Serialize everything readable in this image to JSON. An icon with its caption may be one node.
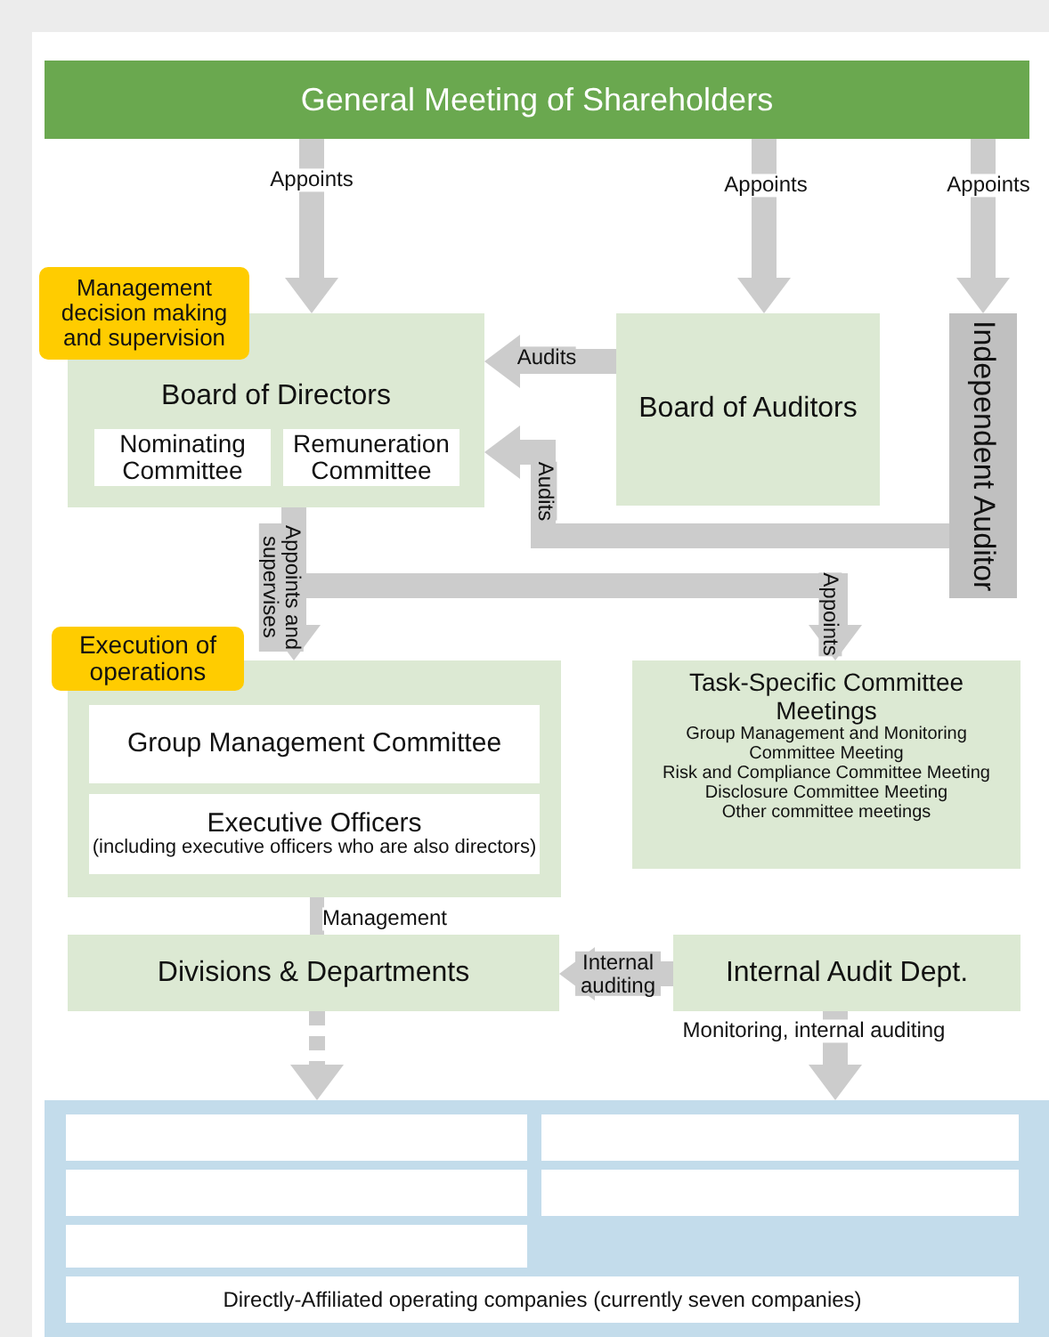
{
  "diagram": {
    "nodes": [
      {
        "text": [
          "General Meeting of Shareholders"
        ]
      },
      {
        "text": [
          "Board of Directors"
        ]
      },
      {
        "text": [
          "Management decision making and supervision"
        ]
      },
      {
        "text": [
          "Nominating Committee"
        ],
        "in": 1
      },
      {
        "text": [
          "Remuneration Committee"
        ],
        "in": 1
      },
      {
        "text": [
          "Board of Auditors"
        ]
      },
      {
        "text": [
          "Independent Auditor"
        ]
      },
      {
        "text": [
          "Execution of operations"
        ]
      },
      {
        "text": [],
        "shape": "box"
      },
      {
        "text": [
          "Group Management Committee"
        ],
        "in": 8
      },
      {
        "text": [
          "Executive Officers",
          "(including executive officers who are also directors)"
        ],
        "in": 8
      },
      {
        "text": [
          "Task-Specific Committee Meetings",
          "Group Management and Monitoring Committee Meeting",
          "Risk and Compliance Committee Meeting",
          "Disclosure Committee Meeting",
          "Other committee meetings"
        ]
      },
      {
        "text": [
          "Divisions & Departments"
        ]
      },
      {
        "text": [
          "Internal Audit Dept."
        ]
      },
      {
        "text": [],
        "shape": "box"
      },
      {
        "text": [],
        "shape": "box",
        "in": 14
      },
      {
        "text": [],
        "shape": "box",
        "in": 14
      },
      {
        "text": [],
        "shape": "box",
        "in": 14
      },
      {
        "text": [],
        "shape": "box",
        "in": 14
      },
      {
        "text": [],
        "shape": "box",
        "in": 14
      },
      {
        "text": [
          "Directly-Affiliated operating companies (currently seven companies)"
        ],
        "in": 14
      }
    ],
    "edges": [
      {
        "from": 0,
        "to": 1,
        "arrow": "to",
        "label": "Appoints"
      },
      {
        "from": 0,
        "to": 5,
        "arrow": "to",
        "label": "Appoints"
      },
      {
        "from": 0,
        "to": 6,
        "arrow": "to",
        "label": "Appoints"
      },
      {
        "from": 5,
        "to": 1,
        "arrow": "to",
        "label": "Audits"
      },
      {
        "from": 6,
        "to": 1,
        "arrow": "to",
        "label": "Audits"
      },
      {
        "from": 1,
        "to": 8,
        "arrow": "to",
        "label": "Appoints and supervises"
      },
      {
        "from": 1,
        "to": 11,
        "arrow": "to",
        "label": "Appoints"
      },
      {
        "from": 8,
        "to": 12,
        "arrow": "none",
        "label": "Management"
      },
      {
        "from": 13,
        "to": 12,
        "arrow": "to",
        "label": "Internal auditing"
      },
      {
        "from": 13,
        "to": 14,
        "arrow": "to",
        "label": "Monitoring, internal auditing"
      },
      {
        "from": 12,
        "to": 14,
        "arrow": "to",
        "style": "dashed"
      }
    ]
  }
}
